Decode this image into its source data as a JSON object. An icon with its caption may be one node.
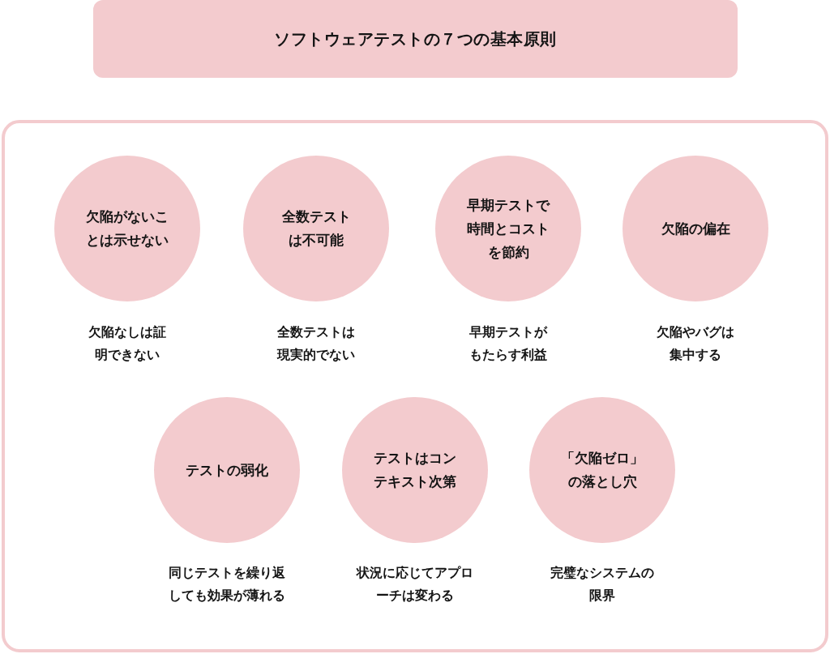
{
  "diagram": {
    "title": "ソフトウェアテストの７つの基本原則",
    "nodes": [
      {
        "text": [],
        "shape": "box"
      },
      {
        "text": [
          "欠陥がないことは示せない"
        ],
        "in": 0,
        "beside": [
          "欠陥なしは証明できない"
        ]
      },
      {
        "text": [
          "全数テストは不可能"
        ],
        "in": 0,
        "beside": [
          "全数テストは現実的でない"
        ]
      },
      {
        "text": [
          "早期テストで時間とコストを節約"
        ],
        "in": 0,
        "beside": [
          "早期テストがもたらす利益"
        ]
      },
      {
        "text": [
          "欠陥の偏在"
        ],
        "in": 0,
        "beside": [
          "欠陥やバグは集中する"
        ]
      },
      {
        "text": [
          "テストの弱化"
        ],
        "in": 0,
        "beside": [
          "同じテストを繰り返しても効果が薄れる"
        ]
      },
      {
        "text": [
          "テストはコンテキスト次第"
        ],
        "in": 0,
        "beside": [
          "状況に応じてアプローチは変わる"
        ]
      },
      {
        "text": [
          "「欠陥ゼロ」の落とし穴"
        ],
        "in": 0,
        "beside": [
          "完璧なシステムの限界"
        ]
      }
    ]
  }
}
